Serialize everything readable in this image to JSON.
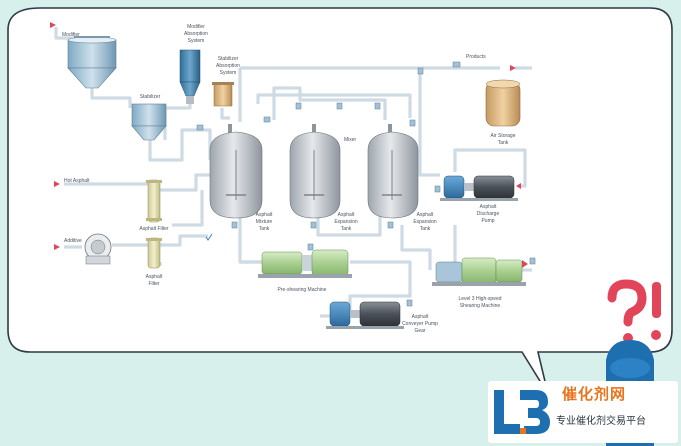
{
  "labels": {
    "modifier": "Modifier",
    "modifier_absorption": [
      "Modifier",
      "Absorption",
      "System"
    ],
    "stabilizer_absorption": [
      "Stabilizer",
      "Absorption",
      "System"
    ],
    "stabilizer": "Stabilizer",
    "products": "Products",
    "mixer": "Mixer",
    "air_storage": [
      "Air Storage",
      "Tank"
    ],
    "hot_asphalt": "Hot Asphalt",
    "additive": "Additive",
    "asphalt_filter_1": [
      "Asphalt Filter"
    ],
    "asphalt_filter_2": [
      "Asphalt",
      "Filter"
    ],
    "mixture_tank": [
      "Asphalt",
      "Mixture",
      "Tank"
    ],
    "expansion_tank_1": [
      "Asphalt",
      "Expansion",
      "Tank"
    ],
    "expansion_tank_2": [
      "Asphalt",
      "Expansion",
      "Tank"
    ],
    "discharge_pump": [
      "Asphalt",
      "Discharge",
      "Pump"
    ],
    "pre_shearing": "Pre-shearing Machine",
    "high_speed": [
      "Level 3 High-speed",
      "Shearing Machine"
    ],
    "conveyer_pump": [
      "Asphalt",
      "Conveyer Pump",
      "Gear"
    ]
  },
  "brand": {
    "main": "催化剂网",
    "sub": "专业催化剂交易平台",
    "logo_text": "LB"
  },
  "colors": {
    "background": "#d7f0ec",
    "panel": "#ffffff",
    "pipe": "#c9d6e0",
    "tank": "#c8ccd2",
    "accent_red": "#e2455a",
    "accent_blue": "#1e6fb0",
    "brand_orange": "#e8741e",
    "filter": "#e7e2b4",
    "motor_green": "#b9d8a4",
    "pump_blue": "#3a7fb8"
  }
}
